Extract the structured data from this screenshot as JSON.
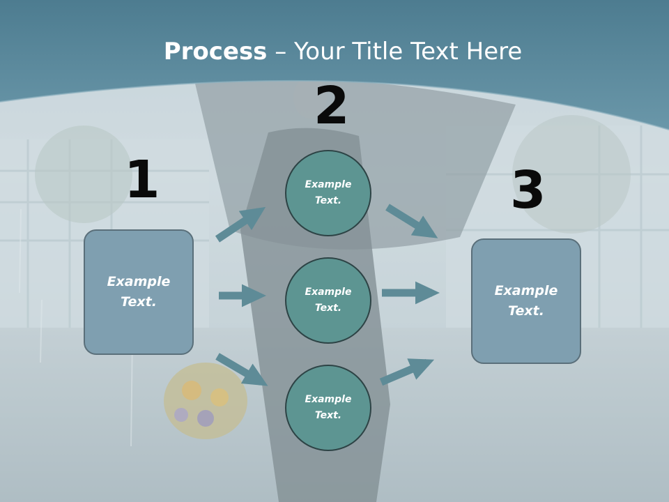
{
  "slide": {
    "title_bold": "Process",
    "title_rest": " – Your Title Text Here"
  },
  "steps": {
    "one": "1",
    "two": "2",
    "three": "3"
  },
  "left_box": {
    "text": "Example\nText."
  },
  "right_box": {
    "text": "Example\nText."
  },
  "circles": [
    {
      "text": "Example\nText."
    },
    {
      "text": "Example\nText."
    },
    {
      "text": "Example\nText."
    }
  ],
  "colors": {
    "header": "#5e8da0",
    "box_fill": "#7f9fb0",
    "circle_fill": "#5d9592",
    "arrow": "#5e8b97"
  }
}
